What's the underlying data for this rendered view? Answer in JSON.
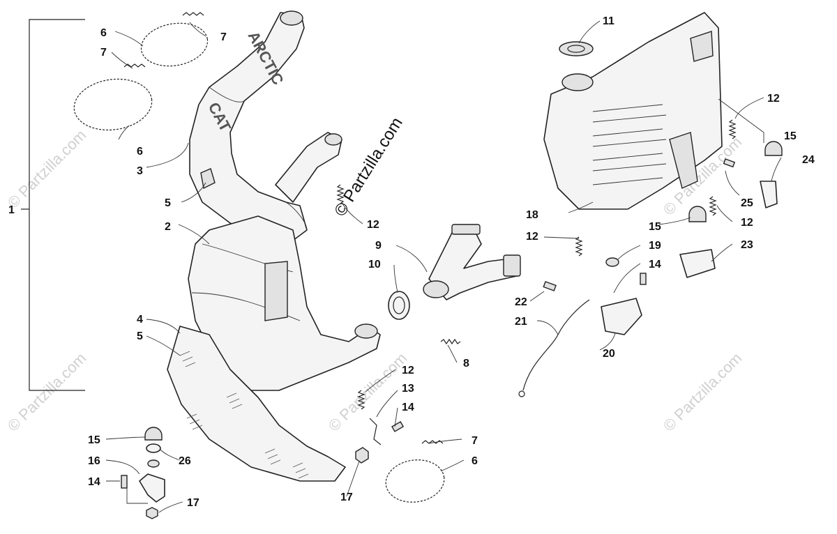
{
  "diagram": {
    "callouts": [
      {
        "id": "c1",
        "text": "1"
      },
      {
        "id": "c2",
        "text": "2"
      },
      {
        "id": "c3",
        "text": "3"
      },
      {
        "id": "c4",
        "text": "4"
      },
      {
        "id": "c5a",
        "text": "5"
      },
      {
        "id": "c5b",
        "text": "5"
      },
      {
        "id": "c6a",
        "text": "6"
      },
      {
        "id": "c6b",
        "text": "6"
      },
      {
        "id": "c6c",
        "text": "6"
      },
      {
        "id": "c7a",
        "text": "7"
      },
      {
        "id": "c7b",
        "text": "7"
      },
      {
        "id": "c7c",
        "text": "7"
      },
      {
        "id": "c8",
        "text": "8"
      },
      {
        "id": "c9",
        "text": "9"
      },
      {
        "id": "c10",
        "text": "10"
      },
      {
        "id": "c11",
        "text": "11"
      },
      {
        "id": "c12a",
        "text": "12"
      },
      {
        "id": "c12b",
        "text": "12"
      },
      {
        "id": "c12c",
        "text": "12"
      },
      {
        "id": "c12d",
        "text": "12"
      },
      {
        "id": "c12e",
        "text": "12"
      },
      {
        "id": "c13",
        "text": "13"
      },
      {
        "id": "c14a",
        "text": "14"
      },
      {
        "id": "c14b",
        "text": "14"
      },
      {
        "id": "c14c",
        "text": "14"
      },
      {
        "id": "c15a",
        "text": "15"
      },
      {
        "id": "c15b",
        "text": "15"
      },
      {
        "id": "c15c",
        "text": "15"
      },
      {
        "id": "c16",
        "text": "16"
      },
      {
        "id": "c17a",
        "text": "17"
      },
      {
        "id": "c17b",
        "text": "17"
      },
      {
        "id": "c18",
        "text": "18"
      },
      {
        "id": "c19",
        "text": "19"
      },
      {
        "id": "c20",
        "text": "20"
      },
      {
        "id": "c21",
        "text": "21"
      },
      {
        "id": "c22",
        "text": "22"
      },
      {
        "id": "c23",
        "text": "23"
      },
      {
        "id": "c24",
        "text": "24"
      },
      {
        "id": "c25",
        "text": "25"
      },
      {
        "id": "c26",
        "text": "26"
      }
    ],
    "brand_marks": {
      "arctic": "ARCTIC",
      "cat": "CAT"
    },
    "watermark": "© Partzilla.com"
  }
}
